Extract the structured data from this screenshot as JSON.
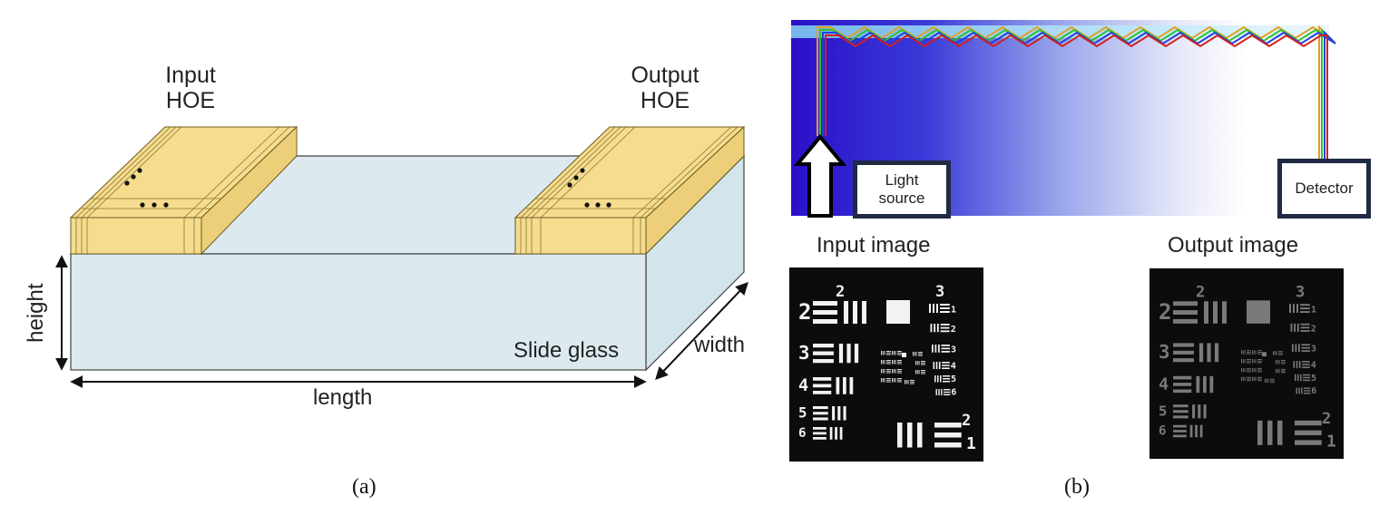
{
  "panel_a": {
    "input_hoe": [
      "Input",
      "HOE"
    ],
    "output_hoe": [
      "Output",
      "HOE"
    ],
    "substrate_label": "Slide glass",
    "height_label": "height",
    "length_label": "length",
    "width_label": "width",
    "caption": "(a)",
    "colors": {
      "glass": "#dceaf0",
      "hoe": "#f5dc8e",
      "edge": "#333333"
    }
  },
  "panel_b": {
    "light_source": [
      "Light",
      "source"
    ],
    "detector": "Detector",
    "input_image_title": "Input image",
    "output_image_title": "Output image",
    "caption": "(b)",
    "target_labels": {
      "group_left": "2",
      "group_right": "3",
      "group_bottom": "2",
      "left_elements": [
        "2",
        "3",
        "4",
        "5",
        "6"
      ],
      "right_elements": [
        "1",
        "2",
        "3",
        "4",
        "5",
        "6"
      ],
      "bottom_element": "1"
    },
    "colors": {
      "waveguide_dark": "#2a10c8",
      "input_fg": "#f2f2f2",
      "output_fg": "#7a7a7a",
      "target_bg": "#0c0c0c"
    }
  }
}
